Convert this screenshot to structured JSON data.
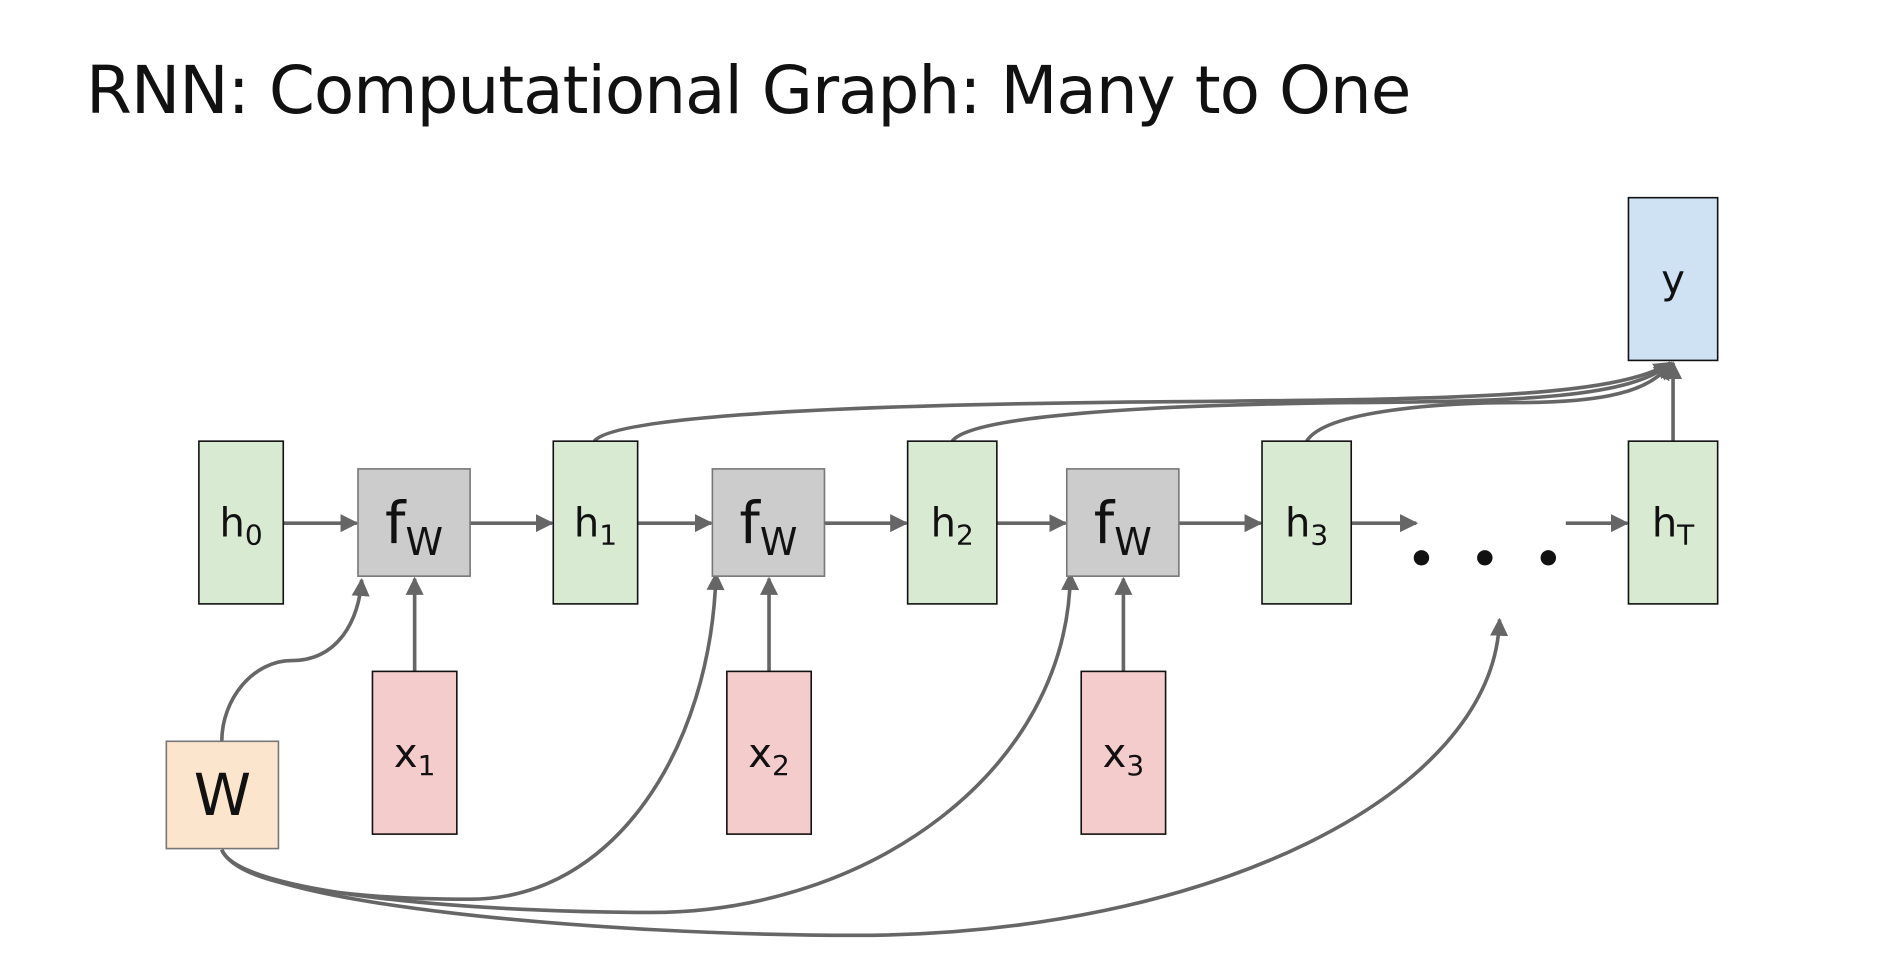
{
  "title": "RNN: Computational Graph: Many to One",
  "colors": {
    "hidden": "#d9ead3",
    "function": "#cccccc",
    "input": "#f4cccc",
    "weight": "#fce5cd",
    "output": "#cfe2f3",
    "edge": "#666666"
  },
  "nodes": [
    {
      "id": "h0",
      "kind": "hidden",
      "base": "h",
      "sub": "0"
    },
    {
      "id": "fw1",
      "kind": "function",
      "base": "f",
      "sub": "W"
    },
    {
      "id": "h1",
      "kind": "hidden",
      "base": "h",
      "sub": "1"
    },
    {
      "id": "fw2",
      "kind": "function",
      "base": "f",
      "sub": "W"
    },
    {
      "id": "h2",
      "kind": "hidden",
      "base": "h",
      "sub": "2"
    },
    {
      "id": "fw3",
      "kind": "function",
      "base": "f",
      "sub": "W"
    },
    {
      "id": "h3",
      "kind": "hidden",
      "base": "h",
      "sub": "3"
    },
    {
      "id": "hT",
      "kind": "hidden",
      "base": "h",
      "sub": "T"
    },
    {
      "id": "x1",
      "kind": "input",
      "base": "x",
      "sub": "1"
    },
    {
      "id": "x2",
      "kind": "input",
      "base": "x",
      "sub": "2"
    },
    {
      "id": "x3",
      "kind": "input",
      "base": "x",
      "sub": "3"
    },
    {
      "id": "W",
      "kind": "weight",
      "base": "W",
      "sub": ""
    },
    {
      "id": "y",
      "kind": "output",
      "base": "y",
      "sub": ""
    }
  ],
  "ellipsis": "• • •",
  "edges": [
    {
      "from": "h0",
      "to": "fw1"
    },
    {
      "from": "fw1",
      "to": "h1"
    },
    {
      "from": "h1",
      "to": "fw2"
    },
    {
      "from": "fw2",
      "to": "h2"
    },
    {
      "from": "h2",
      "to": "fw3"
    },
    {
      "from": "fw3",
      "to": "h3"
    },
    {
      "from": "h3",
      "to": "ellipsis"
    },
    {
      "from": "ellipsis",
      "to": "hT"
    },
    {
      "from": "x1",
      "to": "fw1"
    },
    {
      "from": "x2",
      "to": "fw2"
    },
    {
      "from": "x3",
      "to": "fw3"
    },
    {
      "from": "hT",
      "to": "y"
    },
    {
      "from": "h1",
      "to": "y"
    },
    {
      "from": "h2",
      "to": "y"
    },
    {
      "from": "h3",
      "to": "y"
    },
    {
      "from": "W",
      "to": "fw1"
    },
    {
      "from": "W",
      "to": "fw2"
    },
    {
      "from": "W",
      "to": "fw3"
    },
    {
      "from": "W",
      "to": "ellipsis"
    }
  ]
}
